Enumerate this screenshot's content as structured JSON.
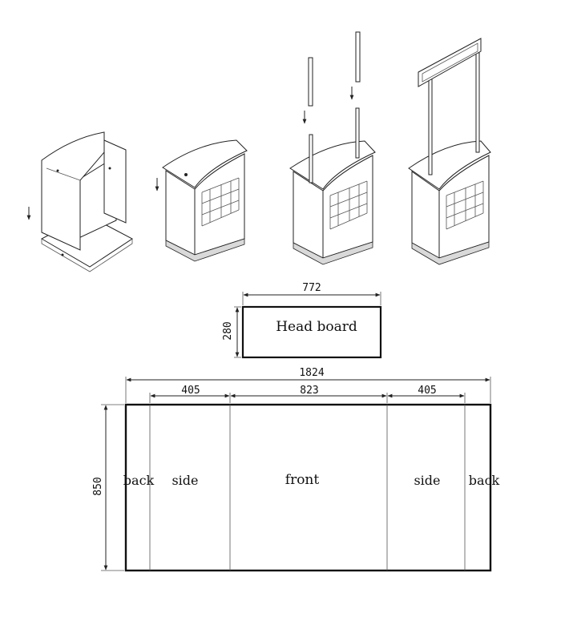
{
  "head_board": {
    "label": "Head board",
    "width": "772",
    "height": "280"
  },
  "panel": {
    "total_width": "1824",
    "height": "850",
    "seg_side_left": "405",
    "seg_front": "823",
    "seg_side_right": "405",
    "labels": {
      "back_left": "back",
      "side_left": "side",
      "front": "front",
      "side_right": "side",
      "back_right": "back"
    }
  },
  "icons": {
    "arrow": "down-arrow-icon"
  }
}
